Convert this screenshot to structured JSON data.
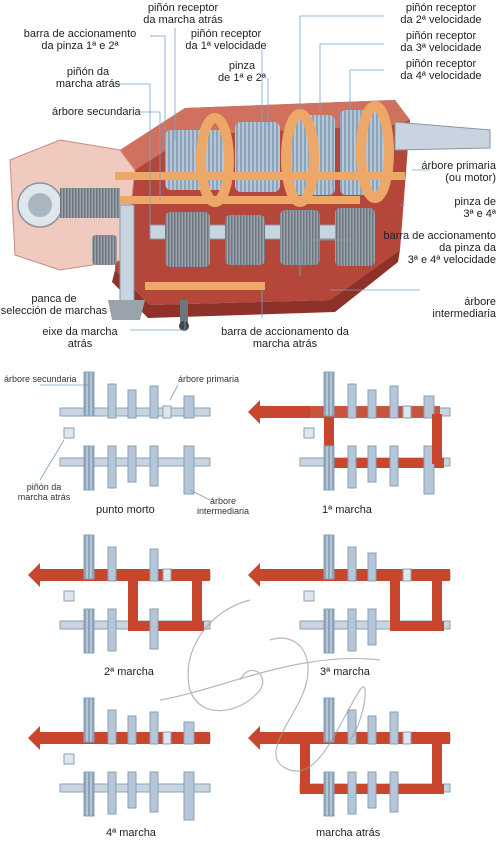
{
  "top_labels": {
    "pinon_marcha_atras_receptor": "piñón receptor\nda marcha atrás",
    "barra_pinza_1_2": "barra de accionamento\nda pinza 1ª e 2ª",
    "pinon_receptor_1": "piñón receptor\nda 1ª velocidade",
    "pinon_receptor_2": "piñón receptor\nda 2ª velocidade",
    "pinon_receptor_3": "piñón receptor\nda 3ª velocidade",
    "pinon_receptor_4": "piñón receptor\nda 4ª velocidade",
    "pinon_marcha_atras": "piñón da\nmarcha atrás",
    "pinza_1_2": "pinza\nde 1ª e 2ª",
    "arbore_secundaria": "árbore secundaria",
    "arbore_primaria": "árbore primaria\n(ou motor)",
    "pinza_3_4": "pinza de\n3ª e 4ª",
    "barra_pinza_3_4": "barra de accionamento\nda pinza da\n3ª e 4ª velocidade",
    "panca_seleccion": "panca de\nselección de marchas",
    "arbore_intermediaria": "árbore\nintermediaria",
    "eixe_marcha_atras": "eixe da marcha\natrás",
    "barra_marcha_atras": "barra de accionamento da\nmarcha atrás"
  },
  "diagram_labels": {
    "arbore_secundaria": "árbore secundaria",
    "arbore_primaria": "árbore primaria",
    "pinon_marcha_atras": "piñón da\nmarcha atrás",
    "arbore_intermediaria": "árbore\nintermediaria"
  },
  "captions": {
    "punto_morto": "punto morto",
    "marcha_1": "1ª marcha",
    "marcha_2": "2ª marcha",
    "marcha_3": "3ª marcha",
    "marcha_4": "4ª marcha",
    "marcha_atras": "marcha atrás"
  },
  "colors": {
    "housing": "#b5463a",
    "housing_light": "#f0c9bf",
    "fork_orange": "#eda867",
    "shaft_blue": "#c8d4e0",
    "gear_blue": "#b4c6d8",
    "power_red": "#c8462e",
    "gray_metal": "#9aa3ab"
  },
  "watermark_signature": "GM"
}
